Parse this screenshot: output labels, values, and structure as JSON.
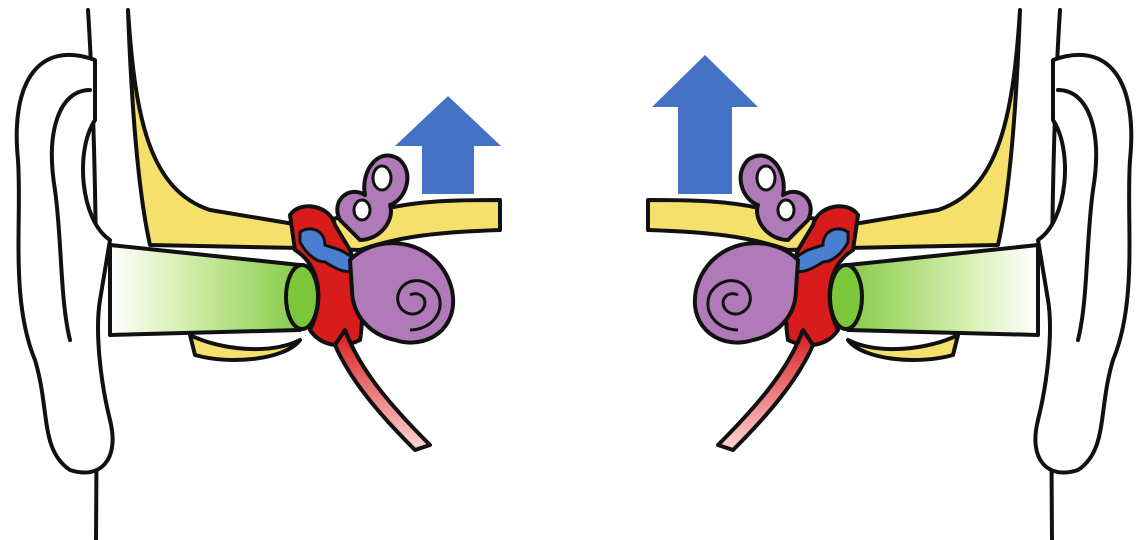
{
  "diagram": {
    "ears": [
      {
        "side": "left",
        "arrow_direction": "up"
      },
      {
        "side": "right",
        "arrow_direction": "up"
      }
    ],
    "colors": {
      "canal": "#8fd14f",
      "bone": "#f5e06b",
      "middle_ear": "#d81b1b",
      "ossicles": "#4a7fd0",
      "cochlea": "#b07ab8",
      "nerve": "#e04040",
      "arrow": "#4472c4"
    }
  }
}
